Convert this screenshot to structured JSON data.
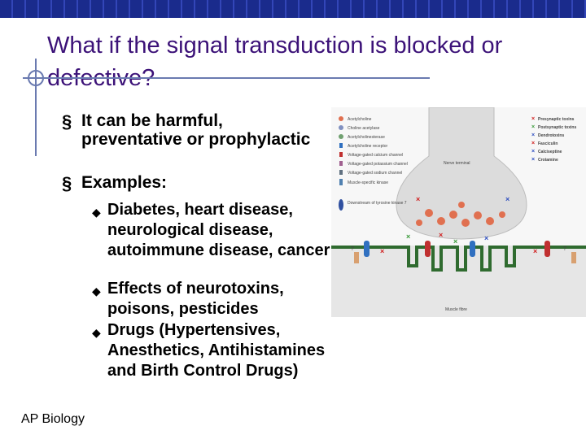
{
  "slide": {
    "title": "What if the signal transduction is blocked or defective?",
    "bullets": [
      {
        "text": "It can be harmful, preventative or prophylactic"
      },
      {
        "text": "Examples:"
      }
    ],
    "sub_bullets": [
      {
        "text": "Diabetes, heart disease, neurological disease, autoimmune disease, cancer"
      },
      {
        "text": "Effects of neurotoxins, poisons, pesticides"
      },
      {
        "text": "Drugs (Hypertensives, Anesthetics, Antihistamines and Birth Control Drugs)"
      }
    ],
    "footer": "AP Biology",
    "bullet_glyph": "§",
    "sub_bullet_glyph": "◆"
  },
  "figure": {
    "legend_left": [
      "Acetylcholine",
      "Choline acetylase",
      "Acetylcholinesterase",
      "Acetylcholine receptor",
      "Voltage-gated calcium channel",
      "Voltage-gated potassium channel",
      "Voltage-gated sodium channel",
      "Muscle-specific kinase",
      "Downstream of tyrosine kinase 7"
    ],
    "legend_right": [
      "Presynaptic toxins",
      "Postsynaptic toxins",
      "Dendrotoxins",
      "Fasciculin",
      "Calciseptine",
      "Crotamine"
    ],
    "label_nerve": "Nerve terminal",
    "label_muscle": "Muscle fibre",
    "label_q1": "?",
    "label_q2": "?",
    "colors": {
      "title": "#3c1278",
      "top_bar": "#1a2b8c",
      "red_x": "#d02020",
      "green_x": "#3a9a3a",
      "blue_x": "#3050c0"
    }
  }
}
